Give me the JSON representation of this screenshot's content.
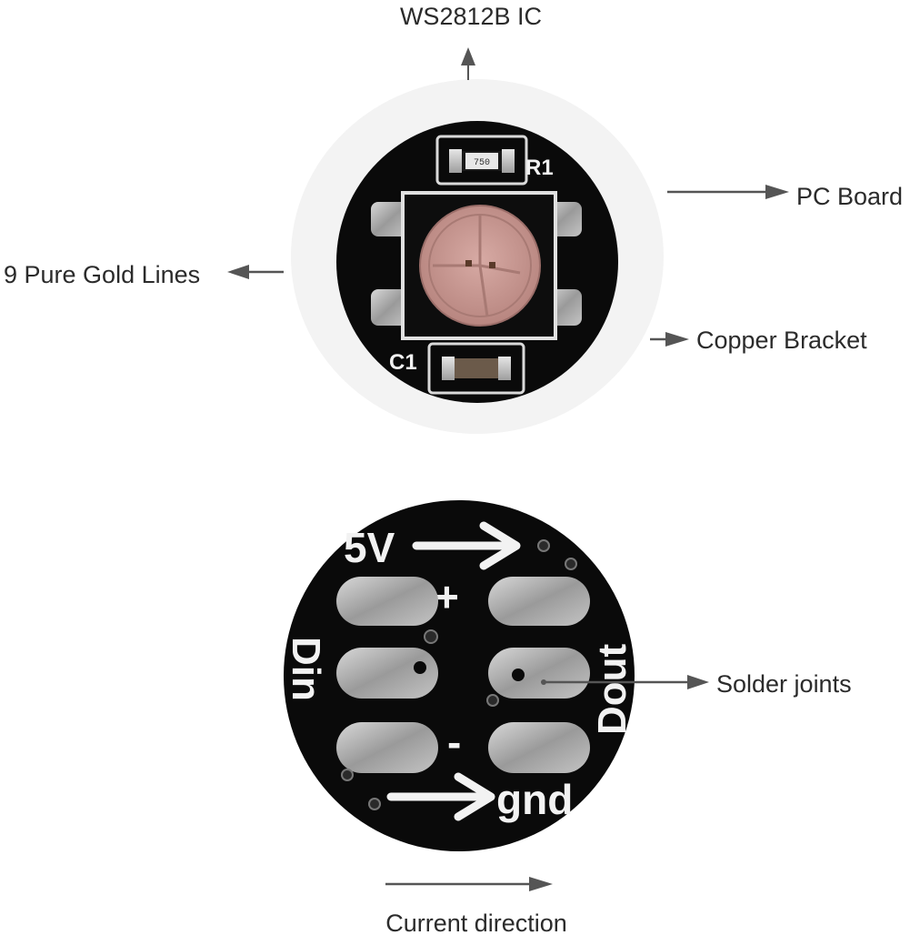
{
  "labels": {
    "ic": "WS2812B IC",
    "pc_board": "PC Board",
    "gold_lines": "9 Pure Gold Lines",
    "copper_bracket": "Copper Bracket",
    "solder_joints": "Solder joints",
    "current_direction": "Current direction"
  },
  "silkscreen": {
    "v5": "5V",
    "plus": "+",
    "minus": "-",
    "din": "Din",
    "dout": "Dout",
    "gnd": "gnd",
    "r1": "R1",
    "c1": "C1",
    "resistor_code": "750"
  },
  "colors": {
    "board": "#0a0a0a",
    "arrow": "#555555",
    "label": "#2b2b2b",
    "pad": "#a6a6a6",
    "led_lens": "#c79792"
  }
}
